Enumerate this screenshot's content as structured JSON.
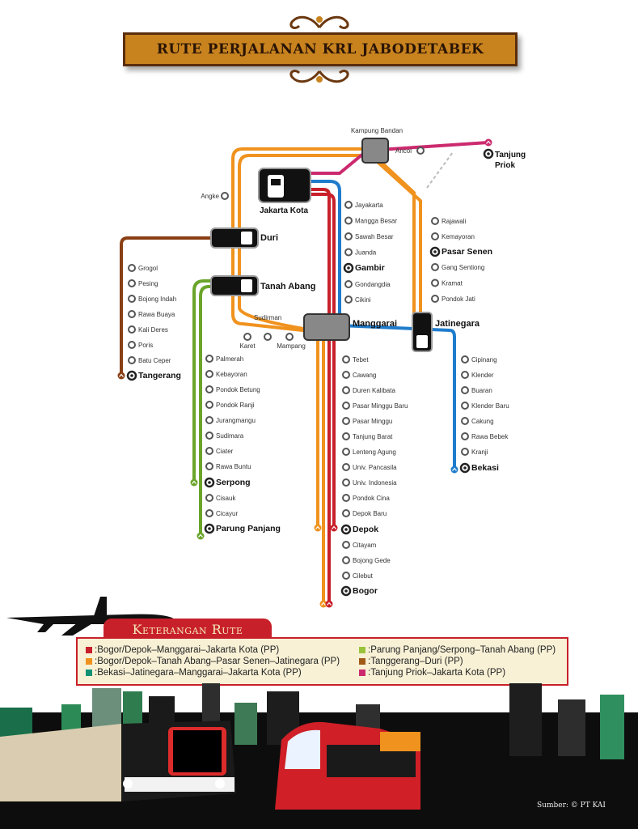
{
  "title": "RUTE PERJALANAN KRL JABODETABEK",
  "legend_title": "Keterangan Rute",
  "source": "Sumber:  © PT KAI",
  "routes": [
    {
      "label": "Bogor/Depok–Manggarai–Jakarta Kota (PP)",
      "color": "#c8202a"
    },
    {
      "label": "Bogor/Depok–Tanah Abang–Pasar Senen–Jatinegara (PP)",
      "color": "#f0921e"
    },
    {
      "label": "Bekasi–Jatinegara–Manggarai–Jakarta Kota (PP)",
      "color": "#139174"
    },
    {
      "label": "Parung Panjang/Serpong–Tanah Abang (PP)",
      "color": "#9ac33c"
    },
    {
      "label": "Tanggerang–Duri (PP)",
      "color": "#a05a18"
    },
    {
      "label": "Tanjung Priok–Jakarta Kota (PP)",
      "color": "#cc2a6e"
    }
  ],
  "line_colors": {
    "red": "#c8202a",
    "orange": "#f0921e",
    "blue": "#1f7ccc",
    "green": "#6aa52a",
    "brown": "#8a3f14",
    "pink": "#cc2a6e"
  },
  "hubs": {
    "kampung_bandan": "Kampung Bandan",
    "jakarta_kota": "Jakarta Kota",
    "duri": "Duri",
    "tanah_abang": "Tanah Abang",
    "manggarai": "Manggarai",
    "jatinegara": "Jatinegara"
  },
  "stations": {
    "ancol": "Ancol",
    "tanjung": "Tanjung",
    "priok": "Priok",
    "angke": "Angke",
    "sudirman": "Sudirman",
    "karet": "Karet",
    "mampang": "Mampang",
    "tangerang_line": [
      "Grogol",
      "Pesing",
      "Bojong Indah",
      "Rawa Buaya",
      "Kali Deres",
      "Poris",
      "Batu Ceper"
    ],
    "tangerang": "Tangerang",
    "serpong_line": [
      "Palmerah",
      "Kebayoran",
      "Pondok Betung",
      "Pondok Ranji",
      "Jurangmangu",
      "Sudimara",
      "Ciater",
      "Rawa Buntu"
    ],
    "serpong": "Serpong",
    "parung_line": [
      "Cisauk",
      "Cicayur"
    ],
    "parung_panjang": "Parung Panjang",
    "kota_line": [
      "Jayakarta",
      "Mangga Besar",
      "Sawah Besar",
      "Juanda"
    ],
    "gambir": "Gambir",
    "kota_line2": [
      "Gondangdia",
      "Cikini"
    ],
    "senen_line": [
      "Rajawali",
      "Kemayoran"
    ],
    "pasar_senen": "Pasar Senen",
    "senen_line2": [
      "Gang Sentiong",
      "Kramat",
      "Pondok Jati"
    ],
    "depok_line": [
      "Tebet",
      "Cawang",
      "Duren Kalibata",
      "Pasar Minggu Baru",
      "Pasar Minggu",
      "Tanjung Barat",
      "Lenteng Agung",
      "Univ. Pancasila",
      "Univ. Indonesia",
      "Pondok Cina",
      "Depok Baru"
    ],
    "depok": "Depok",
    "bogor_line": [
      "Citayam",
      "Bojong Gede",
      "Cilebut"
    ],
    "bogor": "Bogor",
    "bekasi_line": [
      "Cipinang",
      "Klender",
      "Buaran",
      "Klender Baru",
      "Cakung",
      "Rawa Bebek",
      "Kranji"
    ],
    "bekasi": "Bekasi"
  }
}
